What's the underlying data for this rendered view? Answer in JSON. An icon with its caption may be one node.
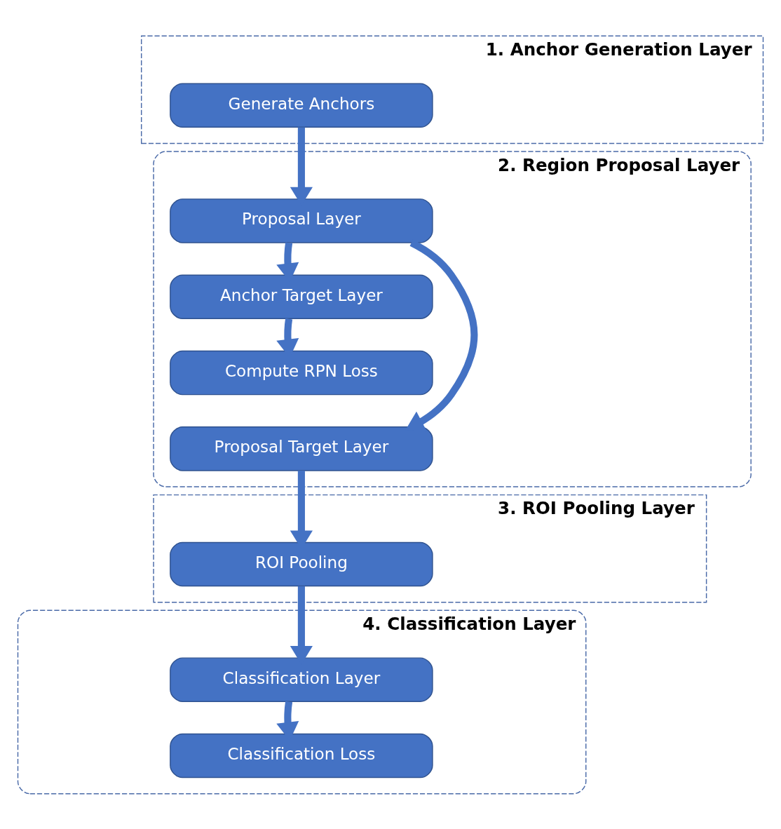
{
  "diagram": {
    "nodes": [
      {
        "text": [
          "1. Anchor Generation Layer"
        ]
      },
      {
        "text": [
          "Generate Anchors"
        ],
        "in": 0
      },
      {
        "text": [
          "2. Region Proposal Layer"
        ]
      },
      {
        "text": [
          "Proposal Layer"
        ],
        "in": 2
      },
      {
        "text": [
          "Anchor Target Layer"
        ],
        "in": 2
      },
      {
        "text": [
          "Compute RPN Loss"
        ],
        "in": 2
      },
      {
        "text": [
          "Proposal Target Layer"
        ],
        "in": 2
      },
      {
        "text": [
          "3. ROI Pooling Layer"
        ]
      },
      {
        "text": [
          "ROI Pooling"
        ],
        "in": 7
      },
      {
        "text": [
          "4. Classification Layer"
        ]
      },
      {
        "text": [
          "Classification Layer"
        ],
        "in": 9
      },
      {
        "text": [
          "Classification Loss"
        ],
        "in": 9
      }
    ],
    "edges": [
      {
        "from": 1,
        "to": 3,
        "arrow": "to"
      },
      {
        "from": 3,
        "to": 4,
        "arrow": "to"
      },
      {
        "from": 4,
        "to": 5,
        "arrow": "to"
      },
      {
        "from": 3,
        "to": 6,
        "arrow": "to"
      },
      {
        "from": 6,
        "to": 8,
        "arrow": "to"
      },
      {
        "from": 8,
        "to": 10,
        "arrow": "to"
      },
      {
        "from": 10,
        "to": 11,
        "arrow": "to"
      }
    ]
  }
}
